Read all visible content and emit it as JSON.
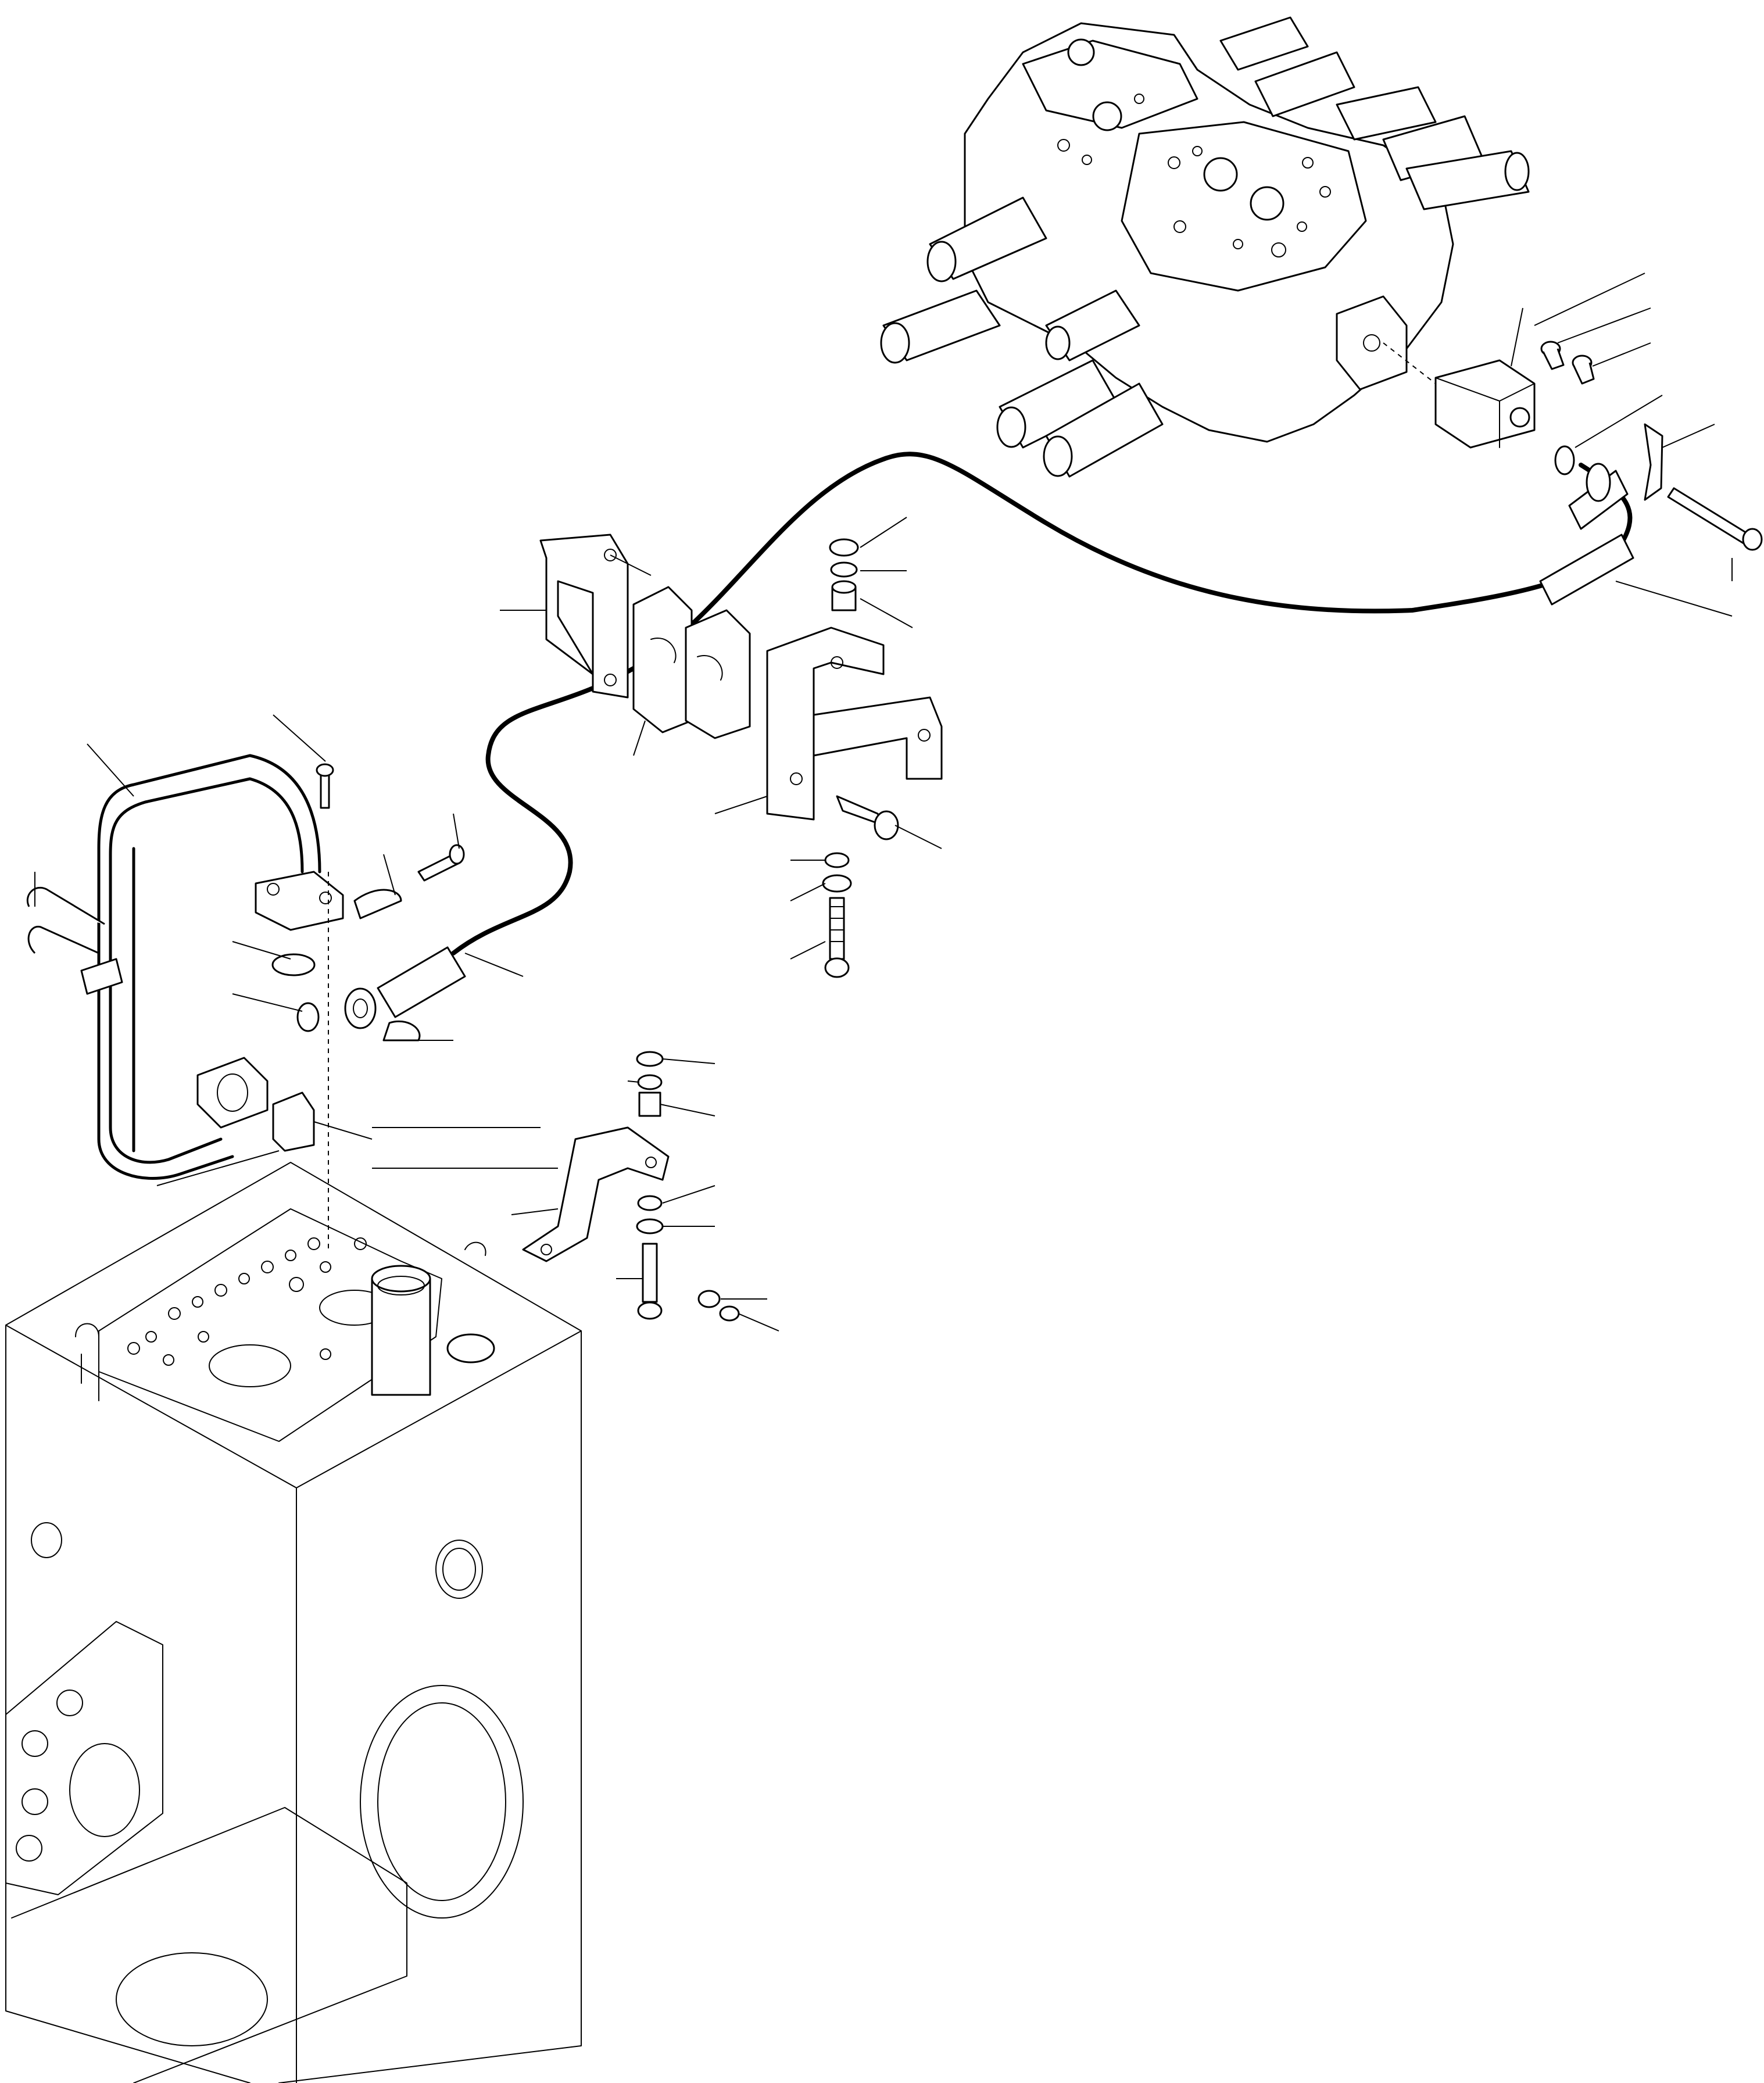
{
  "figure": {
    "labels": []
  },
  "parts": {
    "tank": "hydraulic-tank",
    "valve": "control-valve-block",
    "hose": "hose-assembly",
    "bracket_upper": "hose-bracket",
    "bracket_lower": "small-bracket",
    "pipe": "bent-tube"
  }
}
